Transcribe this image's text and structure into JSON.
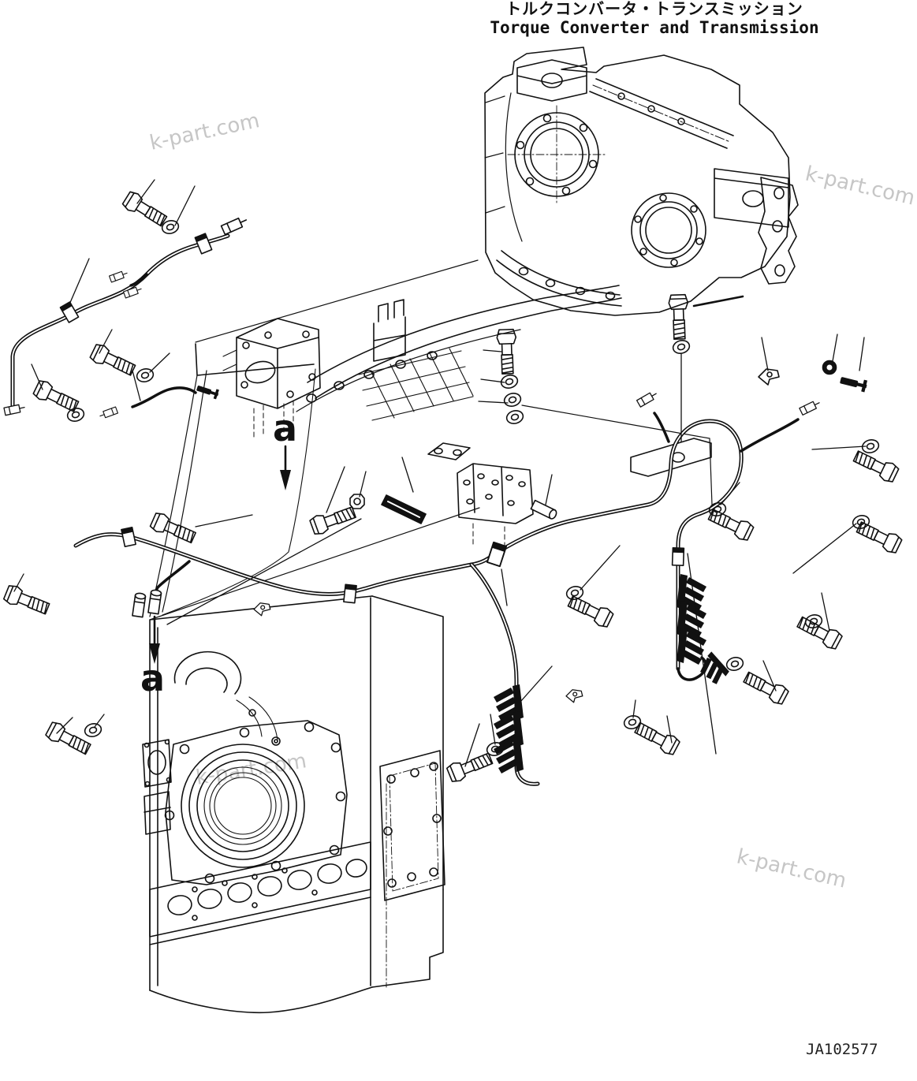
{
  "title": {
    "japanese": "トルクコンバータ・トランスミッション",
    "english": "Torque Converter and Transmission"
  },
  "drawing_number": "JA102577",
  "watermark": {
    "text": "k-part.com"
  },
  "labels": {
    "view_arrow": "a"
  },
  "colors": {
    "line": "#111111",
    "background": "#ffffff",
    "watermark": "#c6c6c6"
  }
}
